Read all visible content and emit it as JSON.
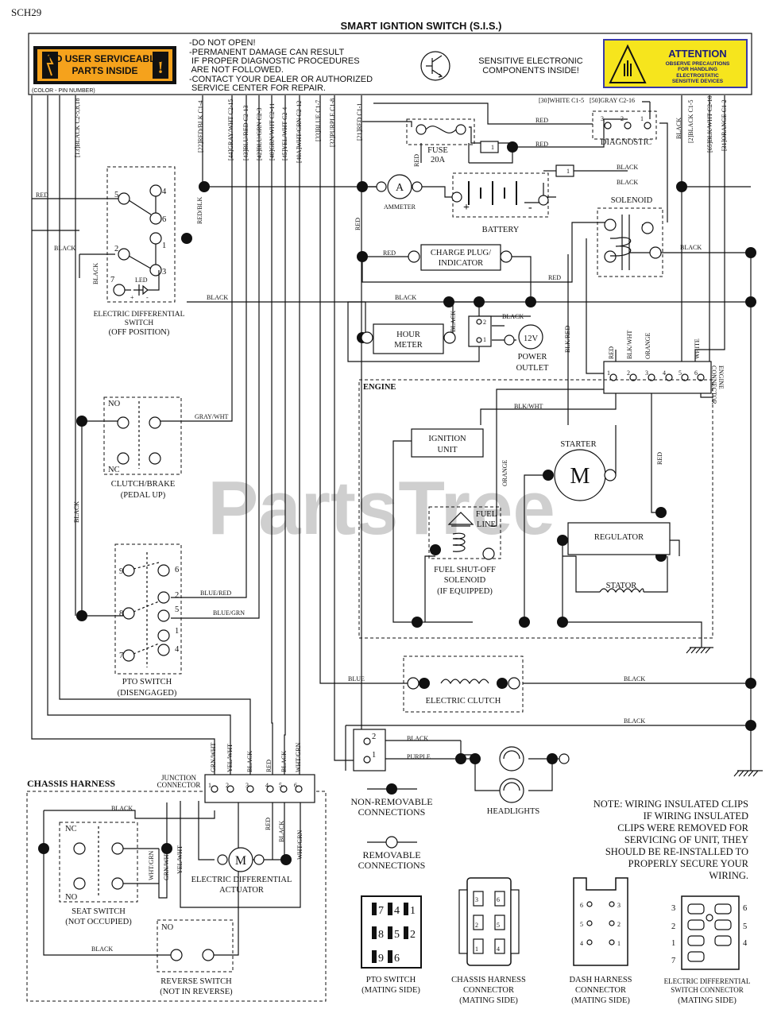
{
  "page_id": "SCH29",
  "title": "SMART IGNTION SWITCH (S.I.S.)",
  "warning": {
    "badge": [
      "NO USER SERVICEABLE",
      "PARTS INSIDE"
    ],
    "lines": [
      "-DO NOT OPEN!",
      "-PERMANENT DAMAGE CAN RESULT",
      " IF PROPER DIAGNOSTIC PROCEDURES",
      " ARE NOT FOLLOWED.",
      "-CONTACT YOUR DEALER OR AUTHORIZED",
      " SERVICE CENTER FOR REPAIR."
    ],
    "sensitive": [
      "SENSITIVE ELECTRONIC",
      "COMPONENTS INSIDE!"
    ],
    "attention_title": "ATTENTION",
    "attention_lines": [
      "OBSERVE PRECAUTIONS",
      "FOR HANDLING",
      "ELECTROSTATIC",
      "SENSITIVE DEVICES"
    ],
    "legend": "(COLOR - PIN NUMBER)"
  },
  "pin_labels": {
    "p13": "[13]BLACK C2-5,8,18",
    "p22": "[22]RED/BLK C1-4",
    "p44": "[44]GRAY/WHT C2-15",
    "p43": "[43]BLU/RED C2-13",
    "p42": "[42]BLU/GRN C2-3",
    "p40": "[40]GRN/WHT C2-11",
    "p45": "[45]YEL/WHT C2-4",
    "p40a": "[40A]WHT/GRN C2-12",
    "p33": "[33]BLUE C1-7",
    "p32": "[32]PURPLE C1-8",
    "p21": "[21]RED C1-1",
    "p30w": "[30]WHITE C1-5",
    "p50": "[50]GRAY C2-16",
    "p2": "[2]BLACK C1-5",
    "p65": "[65]BLK/WHT C2-10",
    "p31": "[31]ORANGE C1-2"
  },
  "wires": {
    "red": "RED",
    "black": "BLACK",
    "blue": "BLUE",
    "purple": "PURPLE",
    "red_blk": "RED/BLK",
    "gray_wht": "GRAY/WHT",
    "blue_red": "BLUE/RED",
    "blue_grn": "BLUE/GRN",
    "blk_wht": "BLK/WHT",
    "orange": "ORANGE",
    "white": "WHITE",
    "blk_red": "BLK/RED",
    "grn_wht": "GRN/WHT",
    "yel_wht": "YEL/WHT",
    "wht_grn": "WHT/GRN"
  },
  "components": {
    "diff_switch": [
      "ELECTRIC DIFFERENTIAL",
      "SWITCH",
      "(OFF POSITION)"
    ],
    "led": "LED",
    "fuse": [
      "FUSE",
      "20A"
    ],
    "ammeter_symbol": "A",
    "ammeter": "AMMETER",
    "battery": "BATTERY",
    "diagnostic": "DIAGNOSTIC",
    "solenoid": "SOLENOID",
    "charge_plug": [
      "CHARGE PLUG/",
      "INDICATOR"
    ],
    "hour_meter": [
      "HOUR",
      "METER"
    ],
    "power_outlet_symbol": "12V",
    "power_outlet": [
      "POWER",
      "OUTLET"
    ],
    "engine": "ENGINE",
    "engine_connector": [
      "ENGINE",
      "CONNECTOR"
    ],
    "ignition_unit": [
      "IGNITION",
      "UNIT"
    ],
    "starter": "STARTER",
    "motor_symbol": "M",
    "fuel_line": [
      "FUEL",
      "LINE"
    ],
    "fuel_solenoid": [
      "FUEL SHUT-OFF",
      "SOLENOID",
      "(IF EQUIPPED)"
    ],
    "regulator": "REGULATOR",
    "stator": "STATOR",
    "clutch_brake": [
      "CLUTCH/BRAKE",
      "(PEDAL UP)"
    ],
    "pto_switch": [
      "PTO SWITCH",
      "(DISENGAGED)"
    ],
    "electric_clutch": "ELECTRIC CLUTCH",
    "headlights": "HEADLIGHTS",
    "chassis_harness": "CHASSIS HARNESS",
    "junction_connector": [
      "JUNCTION",
      "CONNECTOR"
    ],
    "seat_switch": [
      "SEAT SWITCH",
      "(NOT OCCUPIED)"
    ],
    "reverse_switch": [
      "REVERSE SWITCH",
      "(NOT IN REVERSE)"
    ],
    "diff_actuator": [
      "ELECTRIC DIFFERENTIAL",
      "ACTUATOR"
    ],
    "no": "NO",
    "nc": "NC"
  },
  "legend": {
    "non_removable": [
      "NON-REMOVABLE",
      "CONNECTIONS"
    ],
    "removable": [
      "REMOVABLE",
      "CONNECTIONS"
    ]
  },
  "note": [
    "NOTE: WIRING INSULATED CLIPS",
    "IF WIRING INSULATED",
    "CLIPS WERE REMOVED FOR",
    "SERVICING OF UNIT, THEY",
    "SHOULD BE RE-INSTALLED TO",
    "PROPERLY SECURE YOUR",
    "WIRING."
  ],
  "mating": {
    "pto": [
      "PTO SWITCH",
      "(MATING SIDE)"
    ],
    "chassis": [
      "CHASSIS HARNESS",
      "CONNECTOR",
      "(MATING SIDE)"
    ],
    "dash": [
      "DASH HARNESS",
      "CONNECTOR",
      "(MATING SIDE)"
    ],
    "diff": [
      "ELECTRIC DIFFERENTIAL",
      "SWITCH CONNECTOR",
      "(MATING SIDE)"
    ]
  },
  "watermark": "PartsTree",
  "colors": {
    "badge": "#f5a21c",
    "attention": "#f6e51d",
    "attention_border": "#3a3aa8",
    "ink": "#111111"
  }
}
